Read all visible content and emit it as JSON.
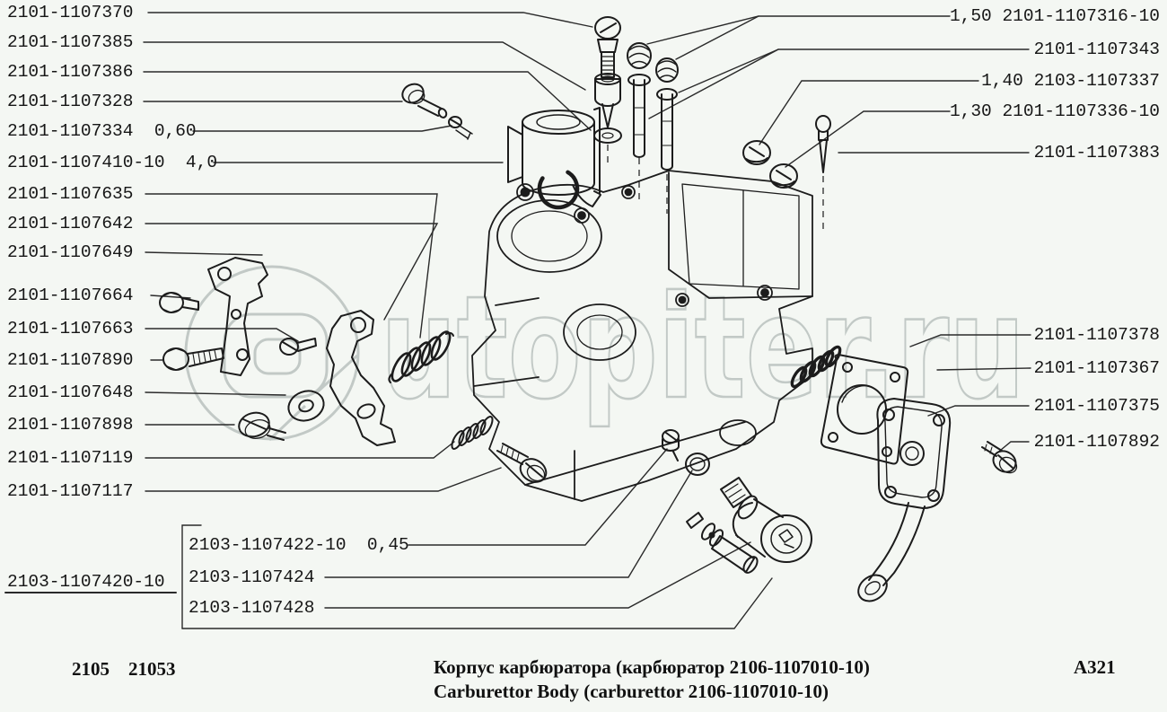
{
  "colors": {
    "paper": "#f4f7f3",
    "ink": "#1c1c1c",
    "leader": "#2a2a2a",
    "watermark": "#9aa5a2"
  },
  "left_labels": [
    {
      "text": "2101-1107370"
    },
    {
      "text": "2101-1107385"
    },
    {
      "text": "2101-1107386"
    },
    {
      "text": "2101-1107328"
    },
    {
      "text": "2101-1107334  0,60"
    },
    {
      "text": "2101-1107410-10  4,0"
    },
    {
      "text": "2101-1107635"
    },
    {
      "text": "2101-1107642"
    },
    {
      "text": "2101-1107649"
    },
    {
      "text": "2101-1107664"
    },
    {
      "text": "2101-1107663"
    },
    {
      "text": "2101-1107890"
    },
    {
      "text": "2101-1107648"
    },
    {
      "text": "2101-1107898"
    },
    {
      "text": "2101-1107119"
    },
    {
      "text": "2101-1107117"
    }
  ],
  "right_labels": [
    {
      "text": "1,50 2101-1107316-10"
    },
    {
      "text": "2101-1107343"
    },
    {
      "text": "1,40 2103-1107337"
    },
    {
      "text": "1,30 2101-1107336-10"
    },
    {
      "text": "2101-1107383"
    },
    {
      "text": "2101-1107378"
    },
    {
      "text": "2101-1107367"
    },
    {
      "text": "2101-1107375"
    },
    {
      "text": "2101-1107892"
    }
  ],
  "bottom_group": {
    "assembly_label": "2103-1107420-10",
    "items": [
      {
        "text": "2103-1107422-10  0,45"
      },
      {
        "text": "2103-1107424"
      },
      {
        "text": "2103-1107428"
      }
    ]
  },
  "watermark": {
    "text": "utopiter.ru"
  },
  "footer": {
    "model_codes": [
      "2105",
      "21053"
    ],
    "caption_ru": "Корпус карбюратора (карбюратор 2106-1107010-10)",
    "caption_en": "Carburettor Body (carburettor 2106-1107010-10)",
    "sheet_ref": "A321"
  }
}
